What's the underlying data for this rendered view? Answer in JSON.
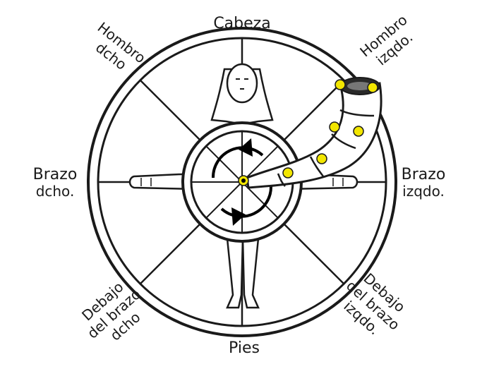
{
  "labels": {
    "top": "Cabeza",
    "top_left": [
      "Hombro",
      "dcho"
    ],
    "top_right": [
      "Hombro",
      "izqdo."
    ],
    "left": [
      "Brazo",
      "dcho."
    ],
    "right": [
      "Brazo",
      "izqdo."
    ],
    "bottom": "Pies",
    "bottom_left": [
      "Debajo",
      "del brazo",
      "dcho"
    ],
    "bottom_right": [
      "Debajo",
      "del brazo",
      "izqdo."
    ]
  },
  "colors": {
    "ink": "#1a1a1a",
    "highlight": "#f2e600",
    "paper": "#ffffff"
  },
  "icons": [
    "rotation-arrows-icon",
    "horn-icon",
    "human-figure-icon"
  ]
}
